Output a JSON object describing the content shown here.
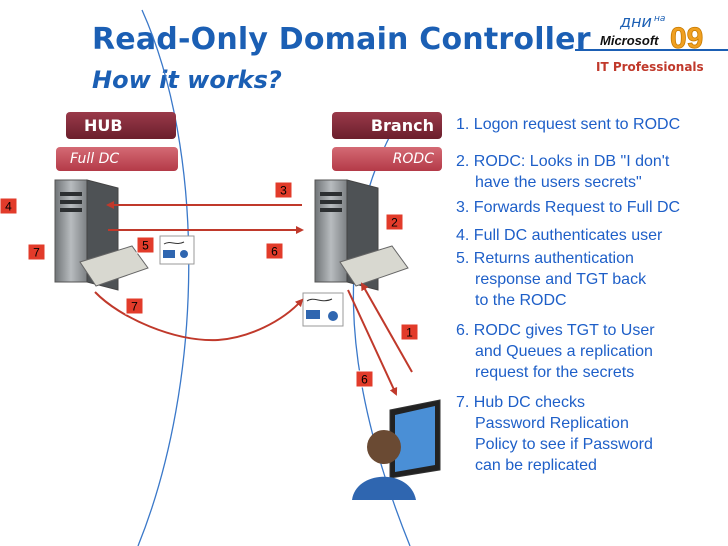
{
  "header": {
    "title": "Read-Only Domain Controller",
    "subtitle": "How it works?",
    "logo_top": "дни",
    "logo_top_small": "на",
    "logo_brand": "Microsoft",
    "logo_year": "09",
    "logo_sub": "IT Professionals"
  },
  "labels": {
    "hub": "HUB",
    "full_dc": "Full DC",
    "branch": "Branch",
    "rodc": "RODC"
  },
  "badges": [
    "4",
    "7",
    "3",
    "5",
    "6",
    "2",
    "7",
    "1",
    "6"
  ],
  "steps": [
    {
      "num": "1.",
      "lines": [
        "Logon request sent to RODC"
      ]
    },
    {
      "num": "2.",
      "lines": [
        "RODC: Looks in DB \"I don't",
        "have the users secrets\""
      ]
    },
    {
      "num": "3.",
      "lines": [
        "Forwards Request to Full DC"
      ]
    },
    {
      "num": "4.",
      "lines": [
        "Full DC authenticates user"
      ]
    },
    {
      "num": "5.",
      "lines": [
        "Returns authentication",
        "response and TGT back",
        "to the RODC"
      ]
    },
    {
      "num": "6.",
      "lines": [
        "RODC gives TGT to User",
        "and Queues a replication",
        "request for the secrets"
      ]
    },
    {
      "num": "7.",
      "lines": [
        "Hub DC checks",
        "Password Replication",
        "Policy to see if Password",
        "can be replicated"
      ]
    }
  ],
  "colors": {
    "title": "#1b5fb4",
    "bar_dark": "#7a2633",
    "bar_light": "#c44a57",
    "arrow": "#c0392b",
    "step_text": "#1e5fc8"
  }
}
